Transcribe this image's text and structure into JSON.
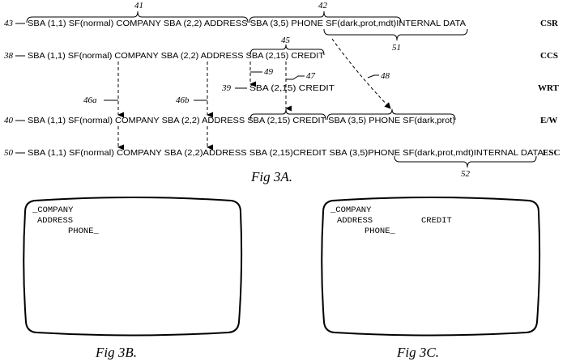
{
  "fig3a": {
    "caption": "Fig 3A.",
    "rows": [
      {
        "ref": "43",
        "text": "SBA (1,1) SF(normal) COMPANY SBA (2,2)  ADDRESS SBA (3,5)  PHONE SF(dark,prot,mdt)INTERNAL DATA",
        "side": "CSR"
      },
      {
        "ref": "38",
        "text": "SBA (1,1) SF(normal) COMPANY SBA (2,2)  ADDRESS SBA (2,15)  CREDIT",
        "side": "CCS"
      },
      {
        "ref": "39",
        "text": "SBA (2,15) CREDIT",
        "side": "WRT"
      },
      {
        "ref": "40",
        "text": "SBA (1,1) SF(normal) COMPANY SBA (2,2)  ADDRESS SBA (2,15)  CREDIT SBA (3,5)  PHONE SF(dark,prot)",
        "side": "E/W"
      },
      {
        "ref": "50",
        "text": "SBA (1,1) SF(normal) COMPANY SBA (2,2)ADDRESS SBA (2,15)CREDIT SBA (3,5)PHONE SF(dark,prot,mdt)INTERNAL DATA",
        "side": "ESC"
      }
    ],
    "refs": {
      "r41": "41",
      "r42": "42",
      "r45": "45",
      "r51": "51",
      "r52": "52",
      "r46a": "46a",
      "r46b": "46b",
      "r49": "49",
      "r47": "47",
      "r48": "48"
    }
  },
  "fig3b": {
    "caption": "Fig 3B.",
    "lines": [
      "_COMPANY",
      "ADDRESS",
      "PHONE_"
    ]
  },
  "fig3c": {
    "caption": "Fig 3C.",
    "lines": [
      "_COMPANY",
      "ADDRESS",
      "CREDIT",
      "PHONE_"
    ]
  }
}
